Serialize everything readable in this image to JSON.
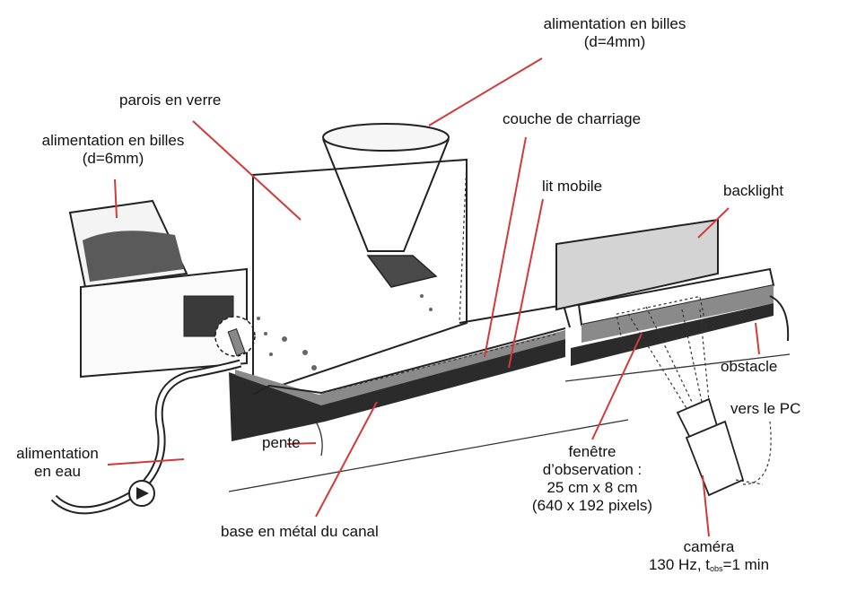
{
  "labels": {
    "feed_4mm_line1": "alimentation en billes",
    "feed_4mm_line2": "(d=4mm)",
    "glass_walls": "parois en verre",
    "feed_6mm_line1": "alimentation en billes",
    "feed_6mm_line2": "(d=6mm)",
    "bedload_layer": "couche de charriage",
    "mobile_bed": "lit mobile",
    "backlight": "backlight",
    "obstacle": "obstacle",
    "to_pc": "vers le PC",
    "water_feed_line1": "alimentation",
    "water_feed_line2": "en eau",
    "slope": "pente",
    "window_line1": "fenêtre",
    "window_line2": "d’observation :",
    "window_line3": "25 cm x 8 cm",
    "window_line4": "(640 x 192 pixels)",
    "base": "base en métal du canal",
    "camera_line1": "caméra",
    "camera_line2a": "130 Hz, t",
    "camera_line2_sub": "obs",
    "camera_line2b": "=1 min"
  },
  "colors": {
    "leader_line": "#d23a3a",
    "channel_base": "#2b2b2b",
    "bed_gray": "#8a8a8a",
    "backlight_fill": "#d4d4d4",
    "hopper_beads": "#555555"
  }
}
